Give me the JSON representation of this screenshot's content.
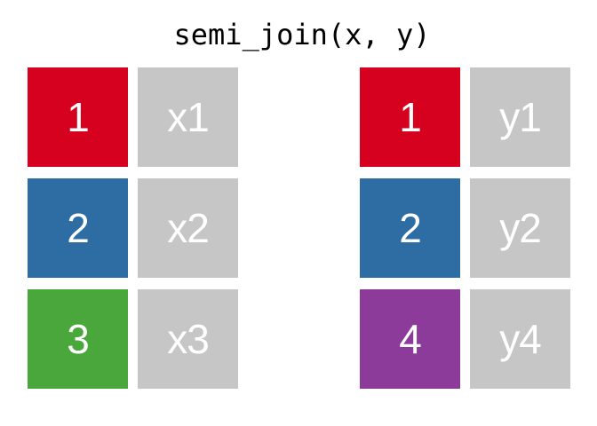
{
  "title": "semi_join(x, y)",
  "colors": {
    "background": "#ffffff",
    "title_text": "#000000",
    "cell_text": "#ffffff",
    "key_red": "#d5011e",
    "key_blue": "#2e6da4",
    "key_green": "#4aa73c",
    "key_purple": "#8c3b9b",
    "value_gray": "#c6c6c6"
  },
  "tables": [
    {
      "id": "x",
      "rows": [
        {
          "key": "1",
          "key_color": "#d5011e",
          "value": "x1"
        },
        {
          "key": "2",
          "key_color": "#2e6da4",
          "value": "x2"
        },
        {
          "key": "3",
          "key_color": "#4aa73c",
          "value": "x3"
        }
      ]
    },
    {
      "id": "y",
      "rows": [
        {
          "key": "1",
          "key_color": "#d5011e",
          "value": "y1"
        },
        {
          "key": "2",
          "key_color": "#2e6da4",
          "value": "y2"
        },
        {
          "key": "4",
          "key_color": "#8c3b9b",
          "value": "y4"
        }
      ]
    }
  ]
}
